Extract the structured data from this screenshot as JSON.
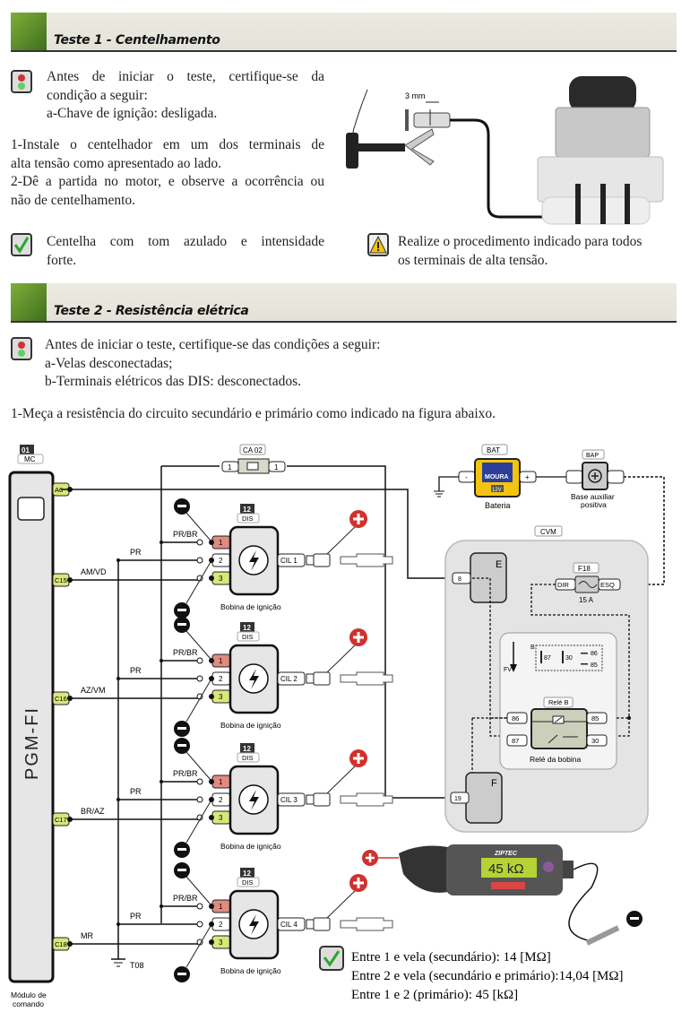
{
  "test1": {
    "title": "Teste 1 - Centelhamento",
    "precheck": [
      "Antes de iniciar o teste, certifique-se da",
      "condição a seguir:",
      "a-Chave de ignição: desligada."
    ],
    "steps": [
      "1-Instale o centelhador em um dos terminais de",
      "alta tensão como apresentado ao lado.",
      "2-Dê a partida no motor, e observe a ocorrência ou",
      "não de centelhamento."
    ],
    "result": [
      "Centelha com tom azulado e intensidade",
      "forte."
    ],
    "warning": [
      "Realize o procedimento indicado para todos",
      "os terminais de alta tensão."
    ],
    "gap_label": "3 mm"
  },
  "test2": {
    "title": "Teste 2 - Resistência elétrica",
    "precheck": [
      "Antes de iniciar o teste, certifique-se das condições a seguir:",
      "a-Velas desconectadas;",
      "b-Terminais elétricos das DIS: desconectados."
    ],
    "step": "1-Meça a resistência do circuito secundário e primário como indicado na figura abaixo.",
    "results": [
      "Entre 1 e vela (secundário): 14 [MΩ]",
      "Entre 2 e vela (secundário e primário):14,04 [MΩ]",
      "Entre 1 e 2 (primário): 45 [kΩ]"
    ]
  },
  "diagram": {
    "module": {
      "num": "01",
      "code": "MC",
      "name": "PGM-FI",
      "caption1": "Módulo de",
      "caption2": "comando",
      "pins": [
        "A6",
        "C15",
        "C16",
        "C17",
        "C18"
      ]
    },
    "connector": {
      "code": "CA 02",
      "pin": "1"
    },
    "battery": {
      "code": "BAT",
      "label": "Bateria",
      "neg": "-",
      "pos": "+",
      "brand": "MOURA",
      "volt": "12V"
    },
    "bap": {
      "code": "BAP",
      "label1": "Base auxiliar",
      "label2": "positiva"
    },
    "cvm": {
      "code": "CVM",
      "e": "E",
      "e_pin": "8",
      "f": "F",
      "f_pin": "19"
    },
    "fuse": {
      "code": "F18",
      "left": "DIR",
      "right": "ESQ",
      "rating": "15 A"
    },
    "relay": {
      "code": "Relé B",
      "label": "Relé da bobina",
      "pins": [
        "86",
        "87",
        "85",
        "30"
      ],
      "legend_b": "B",
      "legend_fv": "FV"
    },
    "ground": "T08",
    "coils": [
      {
        "num": "12",
        "code": "DIS",
        "out": "CIL 1",
        "label": "Bobina de ignição",
        "wire1": "PR/BR",
        "wire2": "PR",
        "signal": "AM/VD",
        "pins": [
          "1",
          "2",
          "3"
        ]
      },
      {
        "num": "12",
        "code": "DIS",
        "out": "CIL 2",
        "label": "Bobina de ignição",
        "wire1": "PR/BR",
        "wire2": "PR",
        "signal": "AZ/VM",
        "pins": [
          "1",
          "2",
          "3"
        ]
      },
      {
        "num": "12",
        "code": "DIS",
        "out": "CIL 3",
        "label": "Bobina de ignição",
        "wire1": "PR/BR",
        "wire2": "PR",
        "signal": "BR/AZ",
        "pins": [
          "1",
          "2",
          "3"
        ]
      },
      {
        "num": "12",
        "code": "DIS",
        "out": "CIL 4",
        "label": "Bobina de ignição",
        "wire1": "PR/BR",
        "wire2": "PR",
        "signal": "MR",
        "pins": [
          "1",
          "2",
          "3"
        ]
      }
    ],
    "meter": {
      "brand": "ZIPTEC",
      "reading": "45 kΩ"
    }
  },
  "colors": {
    "accent_green": "#5a8f2a",
    "pin_red": "#e08a80",
    "pin_yellow": "#d9e67a",
    "probe_red": "#d0312d",
    "display": "#b5d334"
  },
  "icons": [
    "traffic-light-icon",
    "check-icon",
    "warning-icon",
    "plus-probe-icon",
    "minus-probe-icon",
    "lightning-icon"
  ]
}
